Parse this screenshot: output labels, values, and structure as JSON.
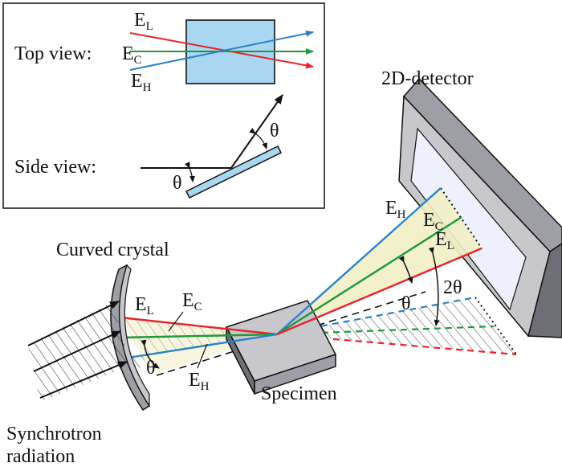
{
  "inset": {
    "top_view_label": "Top view:",
    "side_view_label": "Side view:",
    "beam_labels": [
      {
        "main": "E",
        "sub": "L"
      },
      {
        "main": "E",
        "sub": "C"
      },
      {
        "main": "E",
        "sub": "H"
      }
    ],
    "theta_symbol": "θ"
  },
  "main": {
    "detector_label": "2D-detector",
    "crystal_label": "Curved crystal",
    "specimen_label": "Specimen",
    "source_label_line1": "Synchrotron",
    "source_label_line2": "radiation",
    "incident_beams": [
      {
        "main": "E",
        "sub": "L"
      },
      {
        "main": "E",
        "sub": "C"
      },
      {
        "main": "E",
        "sub": "H"
      }
    ],
    "diffracted_beams": [
      {
        "main": "E",
        "sub": "H"
      },
      {
        "main": "E",
        "sub": "C"
      },
      {
        "main": "E",
        "sub": "L"
      }
    ],
    "theta_symbol": "θ",
    "two_theta_symbol": "2θ"
  },
  "colors": {
    "E_L": "#e8232a",
    "E_C": "#1c9a3a",
    "E_H": "#2a82c8",
    "crystal_fill": "#a9d7f2",
    "beam_fan": "#f2efc6",
    "metal_light": "#c8c8cc",
    "metal_mid": "#9e9ea6",
    "metal_dark": "#6e6e76"
  }
}
